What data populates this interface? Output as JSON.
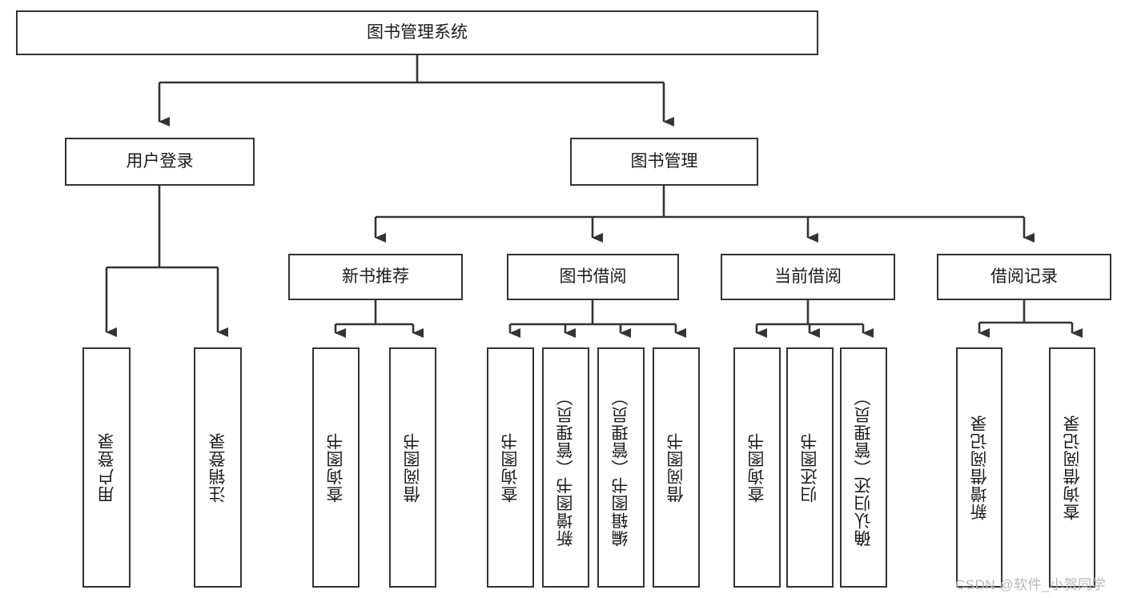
{
  "diagram": {
    "title": "图书管理系统",
    "type": "tree-hierarchy-chart",
    "orientation": "top-down",
    "colors": {
      "box_border": "#333333",
      "box_fill": "#ffffff",
      "edge": "#333333",
      "text": "#1a1a1a",
      "watermark": "#b8b8b8",
      "background": "#ffffff"
    },
    "levels": {
      "root": "图书管理系统",
      "level2": [
        "用户登录",
        "图书管理"
      ],
      "level3": [
        "新书推荐",
        "图书借阅",
        "当前借阅",
        "借阅记录"
      ]
    },
    "nodes": {
      "root": {
        "label": "图书管理系统"
      },
      "user_login": {
        "label": "用户登录"
      },
      "book_manage": {
        "label": "图书管理"
      },
      "new_book_rec": {
        "label": "新书推荐"
      },
      "book_borrow": {
        "label": "图书借阅"
      },
      "current_borrow": {
        "label": "当前借阅"
      },
      "borrow_record": {
        "label": "借阅记录"
      },
      "leaf_user_login": {
        "label": "用户登录"
      },
      "leaf_logout_login": {
        "label": "注销登录"
      },
      "leaf_query_book_1": {
        "label": "查询图书"
      },
      "leaf_borrow_book_1": {
        "label": "借阅图书"
      },
      "leaf_query_book_2": {
        "label": "查询图书"
      },
      "leaf_add_book_admin": {
        "label": "新增图书（管理员）"
      },
      "leaf_edit_book_admin": {
        "label": "编辑图书（管理员）"
      },
      "leaf_borrow_book_2": {
        "label": "借阅图书"
      },
      "leaf_query_book_3": {
        "label": "查询图书"
      },
      "leaf_return_book": {
        "label": "归还图书"
      },
      "leaf_confirm_return_admin": {
        "label": "确认归还（管理员）"
      },
      "leaf_add_borrow_record": {
        "label": "新增借阅记录"
      },
      "leaf_query_borrow_record": {
        "label": "查询借阅记录"
      }
    },
    "edges": [
      {
        "from": "图书管理系统",
        "to": "用户登录"
      },
      {
        "from": "图书管理系统",
        "to": "图书管理"
      },
      {
        "from": "用户登录",
        "to": "用户登录"
      },
      {
        "from": "用户登录",
        "to": "注销登录"
      },
      {
        "from": "图书管理",
        "to": "新书推荐"
      },
      {
        "from": "图书管理",
        "to": "图书借阅"
      },
      {
        "from": "图书管理",
        "to": "当前借阅"
      },
      {
        "from": "图书管理",
        "to": "借阅记录"
      },
      {
        "from": "新书推荐",
        "to": "查询图书"
      },
      {
        "from": "新书推荐",
        "to": "借阅图书"
      },
      {
        "from": "图书借阅",
        "to": "查询图书"
      },
      {
        "from": "图书借阅",
        "to": "新增图书（管理员）"
      },
      {
        "from": "图书借阅",
        "to": "编辑图书（管理员）"
      },
      {
        "from": "图书借阅",
        "to": "借阅图书"
      },
      {
        "from": "当前借阅",
        "to": "查询图书"
      },
      {
        "from": "当前借阅",
        "to": "归还图书"
      },
      {
        "from": "当前借阅",
        "to": "确认归还（管理员）"
      },
      {
        "from": "借阅记录",
        "to": "新增借阅记录"
      },
      {
        "from": "借阅记录",
        "to": "查询借阅记录"
      }
    ]
  },
  "watermark": {
    "text": "CSDN @软件_小贺同学"
  }
}
